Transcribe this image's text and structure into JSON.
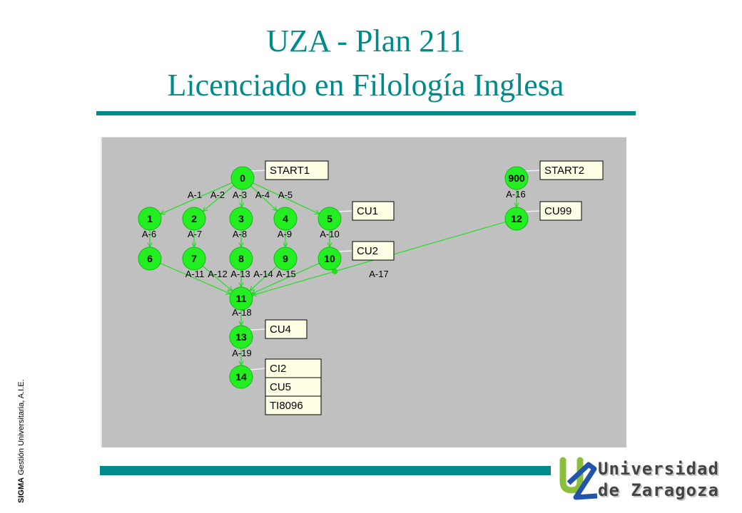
{
  "header": {
    "title_line1": "UZA - Plan 211",
    "title_line2": "Licenciado en Filología Inglesa"
  },
  "footer": {
    "side_brand": "SIGMA",
    "side_text": "Gestión Universitaria, A.I.E.",
    "logo_line1": "Universidad",
    "logo_line2": "de Zaragoza"
  },
  "colors": {
    "teal": "#008a8a",
    "node_fill": "#22ee22",
    "edge": "#22dd22",
    "panel": "#c0c0c0",
    "label_box": "#ffffe6"
  },
  "diagram": {
    "nodes": [
      {
        "id": "0",
        "label": "0"
      },
      {
        "id": "1",
        "label": "1"
      },
      {
        "id": "2",
        "label": "2"
      },
      {
        "id": "3",
        "label": "3"
      },
      {
        "id": "4",
        "label": "4"
      },
      {
        "id": "5",
        "label": "5"
      },
      {
        "id": "6",
        "label": "6"
      },
      {
        "id": "7",
        "label": "7"
      },
      {
        "id": "8",
        "label": "8"
      },
      {
        "id": "9",
        "label": "9"
      },
      {
        "id": "10",
        "label": "10"
      },
      {
        "id": "11",
        "label": "11"
      },
      {
        "id": "13",
        "label": "13"
      },
      {
        "id": "14",
        "label": "14"
      },
      {
        "id": "900",
        "label": "900"
      },
      {
        "id": "12",
        "label": "12"
      }
    ],
    "edges": [
      {
        "from": "0",
        "to": "1",
        "label": "A-1"
      },
      {
        "from": "0",
        "to": "2",
        "label": "A-2"
      },
      {
        "from": "0",
        "to": "3",
        "label": "A-3"
      },
      {
        "from": "0",
        "to": "4",
        "label": "A-4"
      },
      {
        "from": "0",
        "to": "5",
        "label": "A-5"
      },
      {
        "from": "1",
        "to": "6",
        "label": "A-6"
      },
      {
        "from": "2",
        "to": "7",
        "label": "A-7"
      },
      {
        "from": "3",
        "to": "8",
        "label": "A-8"
      },
      {
        "from": "4",
        "to": "9",
        "label": "A-9"
      },
      {
        "from": "5",
        "to": "10",
        "label": "A-10"
      },
      {
        "from": "6",
        "to": "11",
        "label": "A-11"
      },
      {
        "from": "7",
        "to": "11",
        "label": "A-12"
      },
      {
        "from": "8",
        "to": "11",
        "label": "A-13"
      },
      {
        "from": "9",
        "to": "11",
        "label": "A-14"
      },
      {
        "from": "10",
        "to": "11",
        "label": "A-15"
      },
      {
        "from": "900",
        "to": "12",
        "label": "A-16"
      },
      {
        "from": "12",
        "to": "11",
        "label": "A-17"
      },
      {
        "from": "11",
        "to": "13",
        "label": "A-18"
      },
      {
        "from": "13",
        "to": "14",
        "label": "A-19"
      }
    ],
    "tags": [
      {
        "node": "0",
        "items": [
          "START1"
        ]
      },
      {
        "node": "5",
        "items": [
          "CU1"
        ]
      },
      {
        "node": "10",
        "items": [
          "CU2"
        ]
      },
      {
        "node": "13",
        "items": [
          "CU4"
        ]
      },
      {
        "node": "14",
        "items": [
          "CI2",
          "CU5",
          "TI8096"
        ]
      },
      {
        "node": "900",
        "items": [
          "START2"
        ]
      },
      {
        "node": "12",
        "items": [
          "CU99"
        ]
      }
    ]
  }
}
